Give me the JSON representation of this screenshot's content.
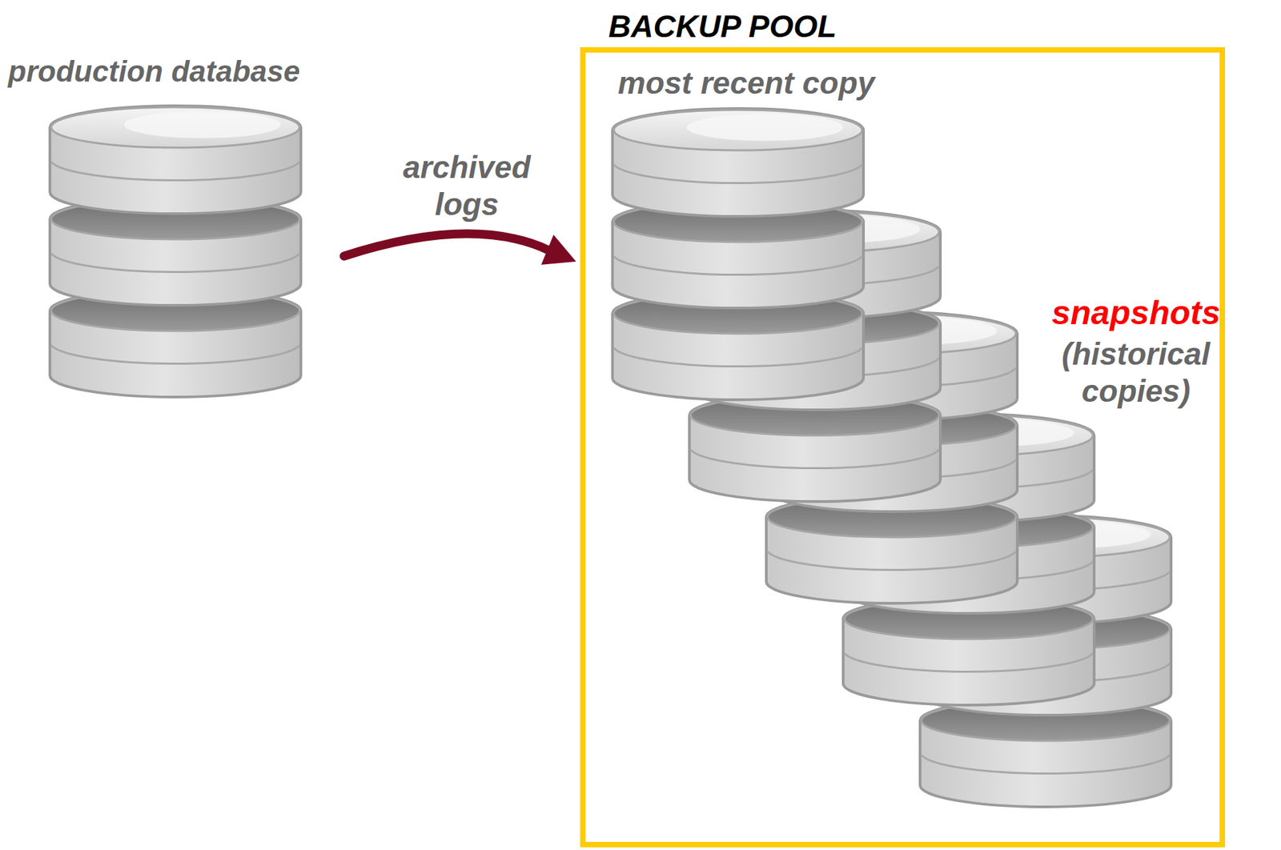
{
  "diagram": {
    "nodes": [
      {
        "text": [
          "production database"
        ]
      },
      {
        "text": [
          "BACKUP POOL"
        ]
      },
      {
        "text": [
          "most recent copy"
        ],
        "in": 1
      },
      {
        "text": [
          "snapshots",
          "(historical copies)"
        ],
        "in": 1
      }
    ],
    "edges": [
      {
        "from": 0,
        "to": 1,
        "arrow": "to",
        "label": "archived logs"
      }
    ]
  }
}
